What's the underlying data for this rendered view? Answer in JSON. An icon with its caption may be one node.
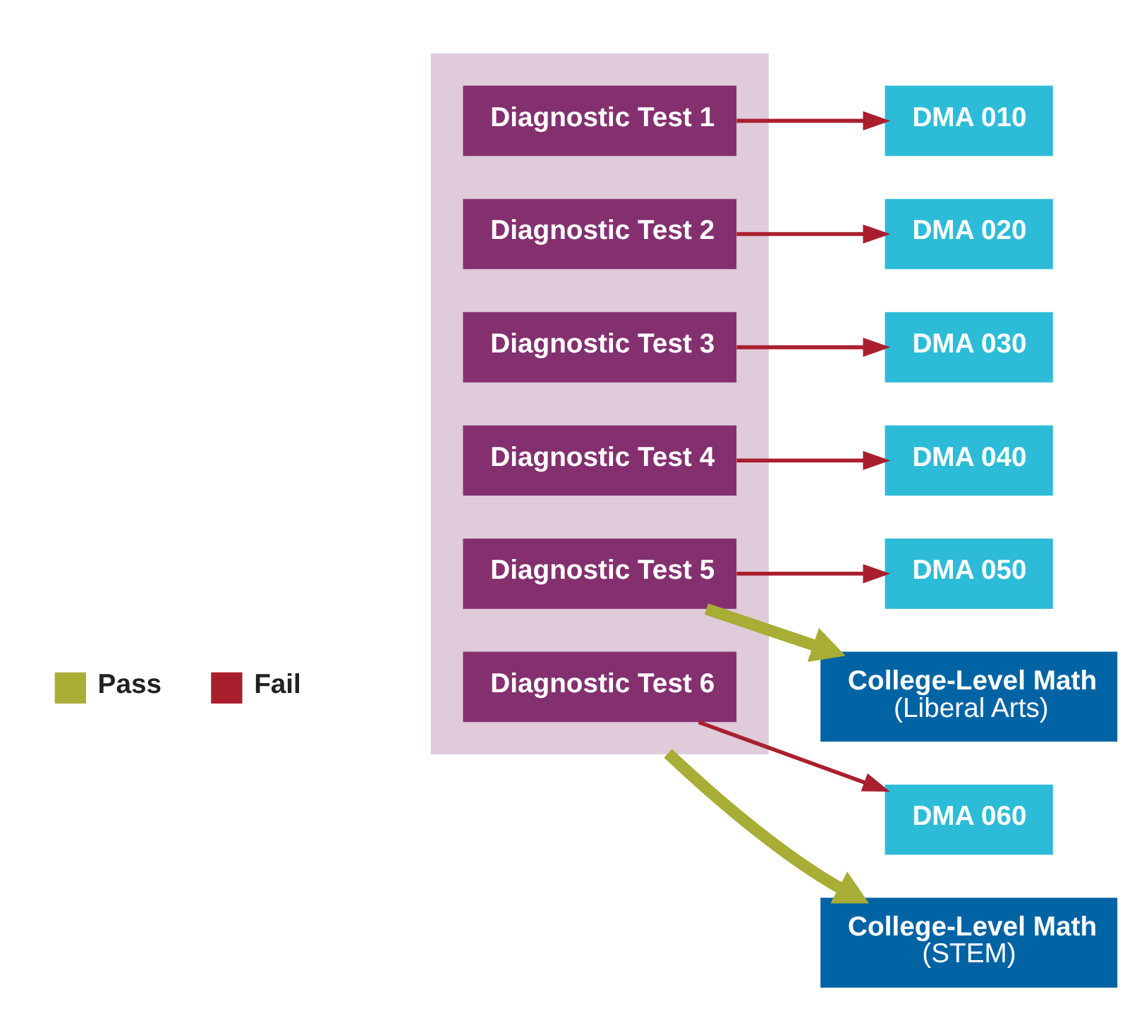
{
  "diagram": {
    "nodes": [
      {
        "text": [],
        "shape": "box"
      },
      {
        "text": [
          "Diagnostic Test 1"
        ],
        "in": 0
      },
      {
        "text": [
          "DMA 010"
        ]
      },
      {
        "text": [
          "Diagnostic Test 2"
        ],
        "in": 0
      },
      {
        "text": [
          "DMA 020"
        ]
      },
      {
        "text": [
          "Diagnostic Test 3"
        ],
        "in": 0
      },
      {
        "text": [
          "DMA 030"
        ]
      },
      {
        "text": [
          "Diagnostic Test 4"
        ],
        "in": 0
      },
      {
        "text": [
          "DMA 040"
        ]
      },
      {
        "text": [
          "Diagnostic Test 5"
        ],
        "in": 0
      },
      {
        "text": [
          "DMA 050"
        ]
      },
      {
        "text": [
          "College-Level Math",
          "(Liberal Arts)"
        ]
      },
      {
        "text": [
          "Diagnostic Test 6"
        ],
        "in": 0
      },
      {
        "text": [
          "DMA 060"
        ]
      },
      {
        "text": [
          "College-Level Math",
          "(STEM)"
        ]
      }
    ],
    "edges": [
      {
        "from": 1,
        "to": 2,
        "arrow": "to",
        "color": "#aa1f2e"
      },
      {
        "from": 3,
        "to": 4,
        "arrow": "to",
        "color": "#aa1f2e"
      },
      {
        "from": 5,
        "to": 6,
        "arrow": "to",
        "color": "#aa1f2e"
      },
      {
        "from": 7,
        "to": 8,
        "arrow": "to",
        "color": "#aa1f2e"
      },
      {
        "from": 9,
        "to": 10,
        "arrow": "to",
        "color": "#aa1f2e"
      },
      {
        "from": 9,
        "to": 11,
        "arrow": "to",
        "style": "thick",
        "color": "#a8ad35"
      },
      {
        "from": 12,
        "to": 13,
        "arrow": "to",
        "color": "#aa1f2e"
      },
      {
        "from": 0,
        "to": 14,
        "arrow": "to",
        "style": "thick",
        "color": "#a8ad35"
      }
    ],
    "legend": [
      {
        "text": "Pass",
        "color": "#a8ad35"
      },
      {
        "text": "Fail",
        "color": "#aa1f2e"
      }
    ]
  }
}
